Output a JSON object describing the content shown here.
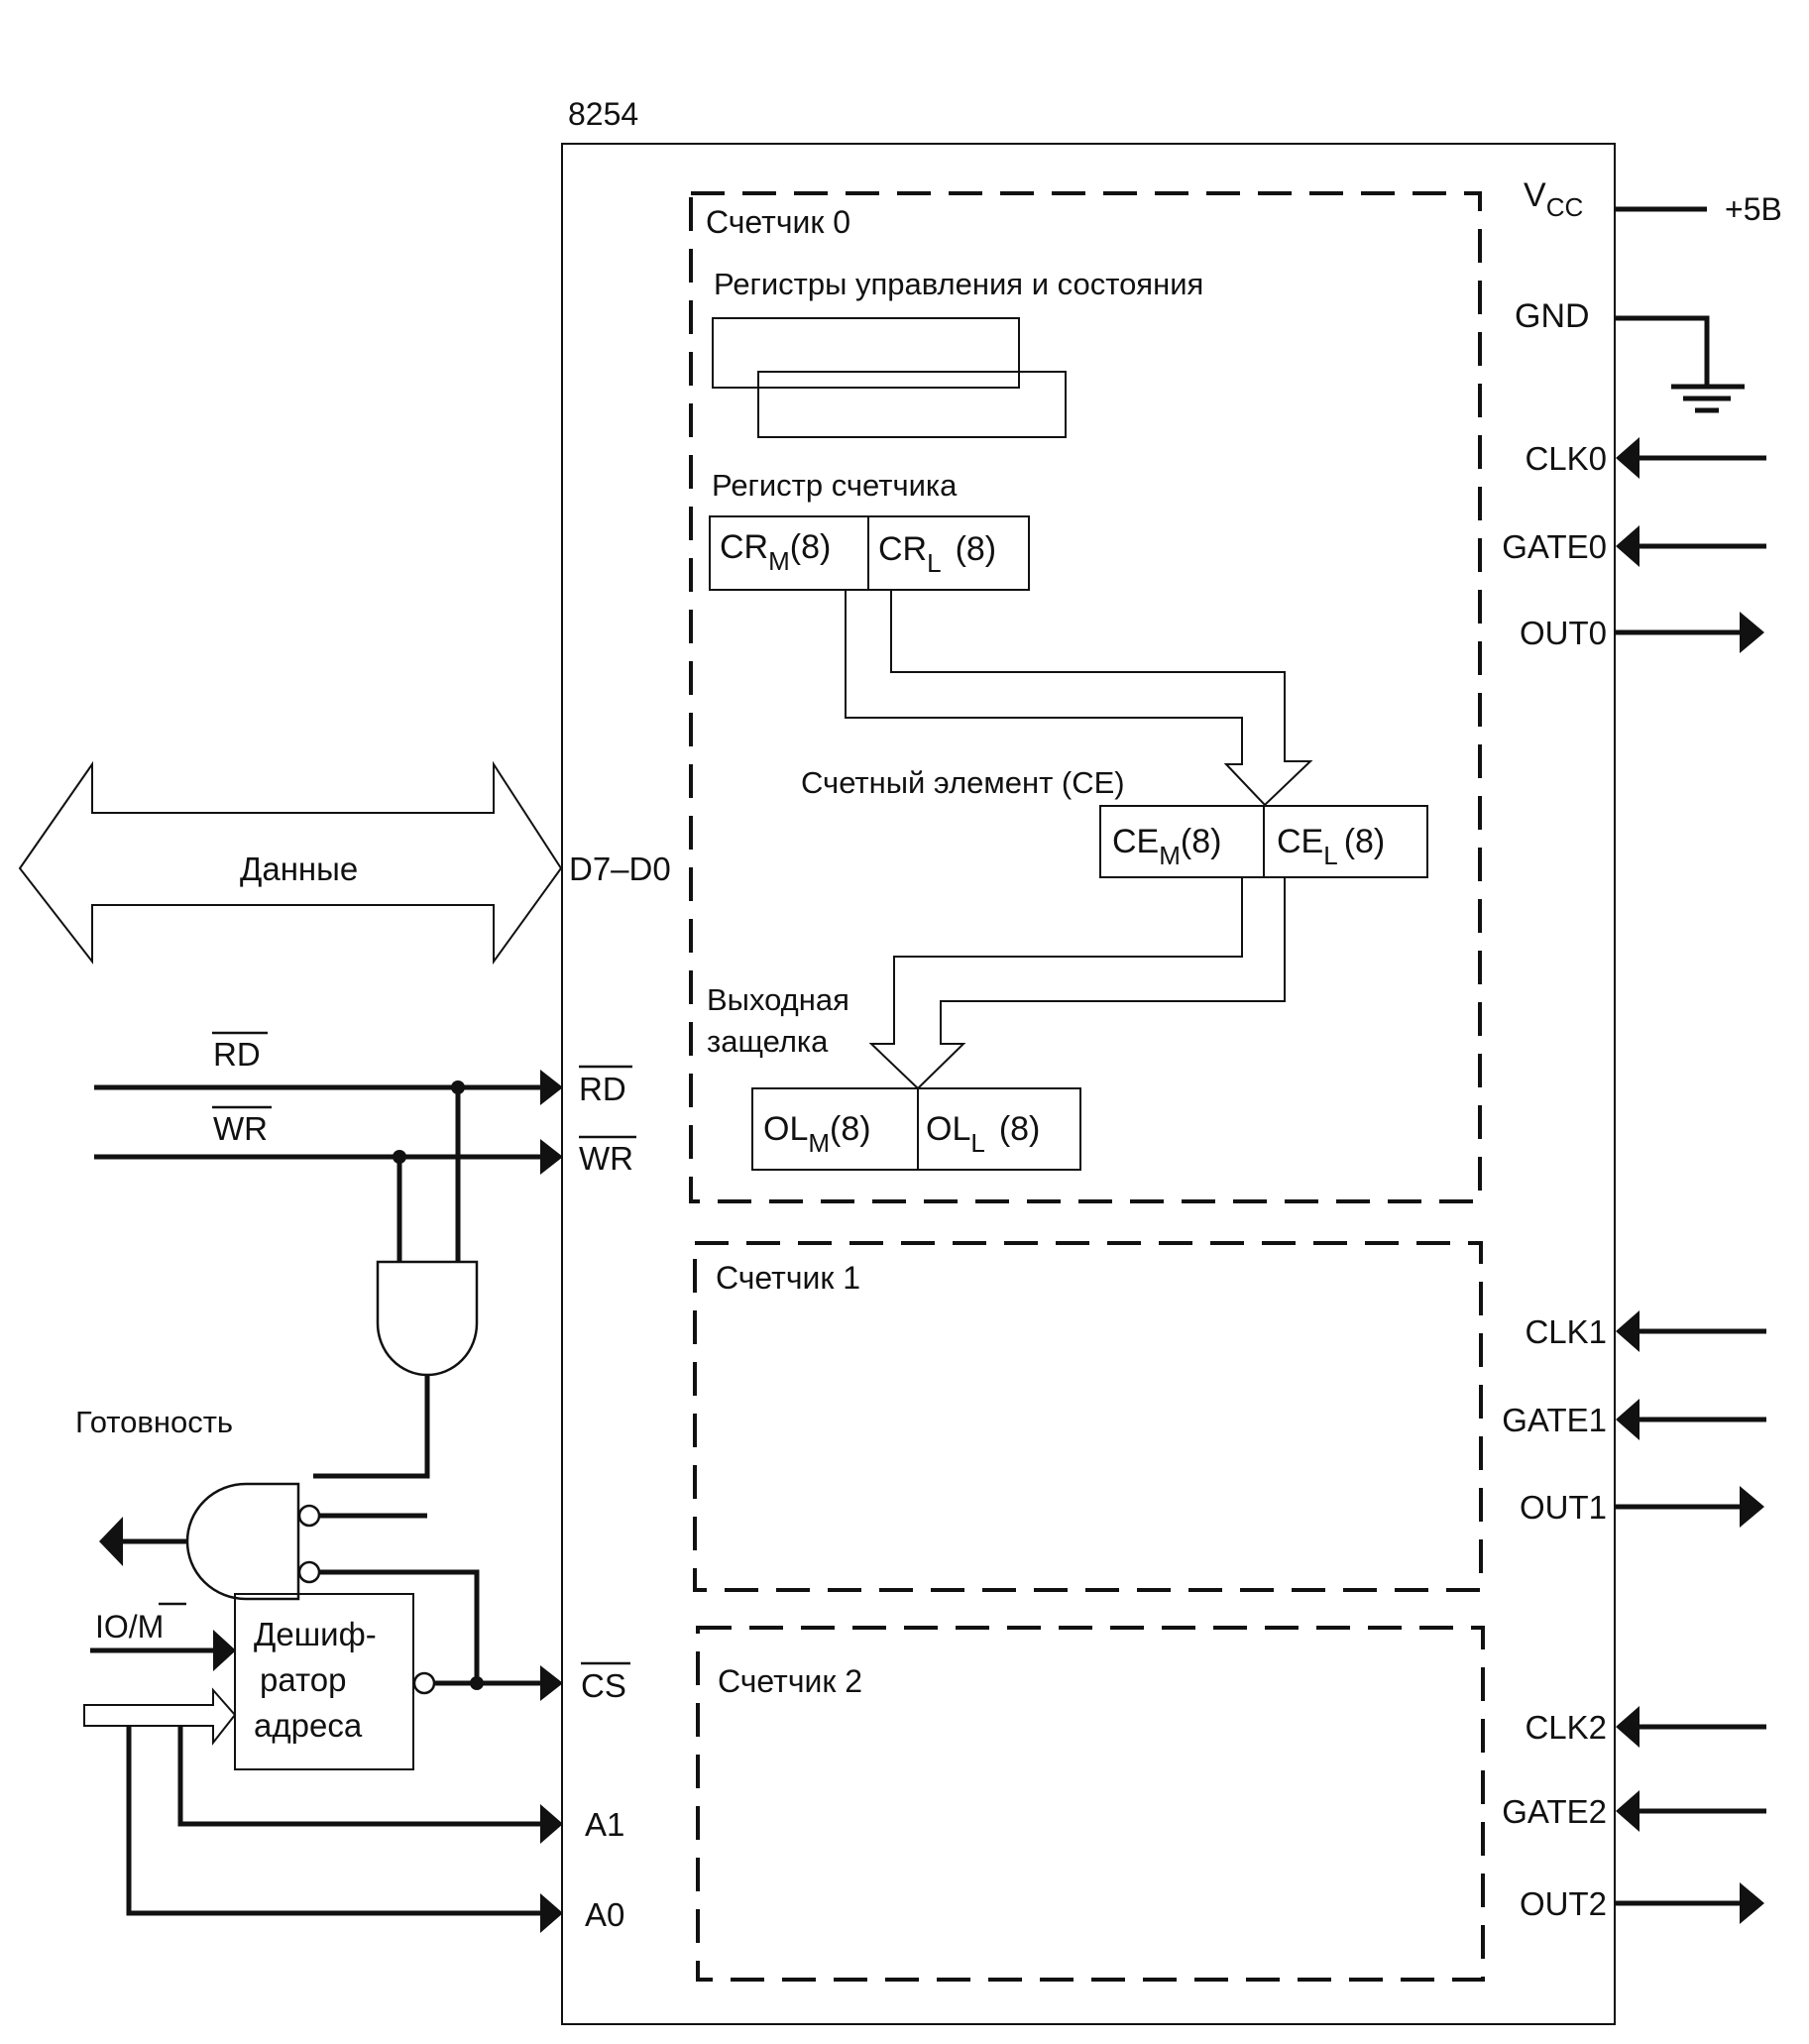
{
  "chip": {
    "name": "8254"
  },
  "counters": [
    {
      "label": "Счетчик 0",
      "control_registers_label": "Регистры управления и состояния",
      "count_register_label": "Регистр счетчика",
      "cr_msb": {
        "base": "CR",
        "sub": "M",
        "bits": "(8)"
      },
      "cr_lsb": {
        "base": "CR",
        "sub": "L",
        "bits": "(8)"
      },
      "counting_element_label": "Счетный элемент  (CE)",
      "ce_msb": {
        "base": "CE",
        "sub": "M",
        "bits": "(8)"
      },
      "ce_lsb": {
        "base": "CE",
        "sub": "L",
        "bits": "(8)"
      },
      "output_latch_label_line1": "Выходная",
      "output_latch_label_line2": "защелка",
      "ol_msb": {
        "base": "OL",
        "sub": "M",
        "bits": "(8)"
      },
      "ol_lsb": {
        "base": "OL",
        "sub": "L",
        "bits": "(8)"
      }
    },
    {
      "label": "Счетчик 1"
    },
    {
      "label": "Счетчик 2"
    }
  ],
  "right_pins": {
    "vcc": {
      "base": "V",
      "sub": "CC",
      "supply": "+5В"
    },
    "gnd": "GND",
    "clk0": "CLK0",
    "gate0": "GATE0",
    "out0": "OUT0",
    "clk1": "CLK1",
    "gate1": "GATE1",
    "out1": "OUT1",
    "clk2": "CLK2",
    "gate2": "GATE2",
    "out2": "OUT2"
  },
  "left_pins": {
    "data_bus": "D7–D0",
    "rd": "RD",
    "wr": "WR",
    "cs": "CS",
    "a1": "A1",
    "a0": "A0"
  },
  "external": {
    "data_label": "Данные",
    "rd_signal": "RD",
    "wr_signal": "WR",
    "ready_label": "Готовность",
    "io_m_signal_io": "IO/",
    "io_m_signal_m": "M",
    "decoder_line1": "Дешиф-",
    "decoder_line2": "ратор",
    "decoder_line3": "адреса"
  }
}
